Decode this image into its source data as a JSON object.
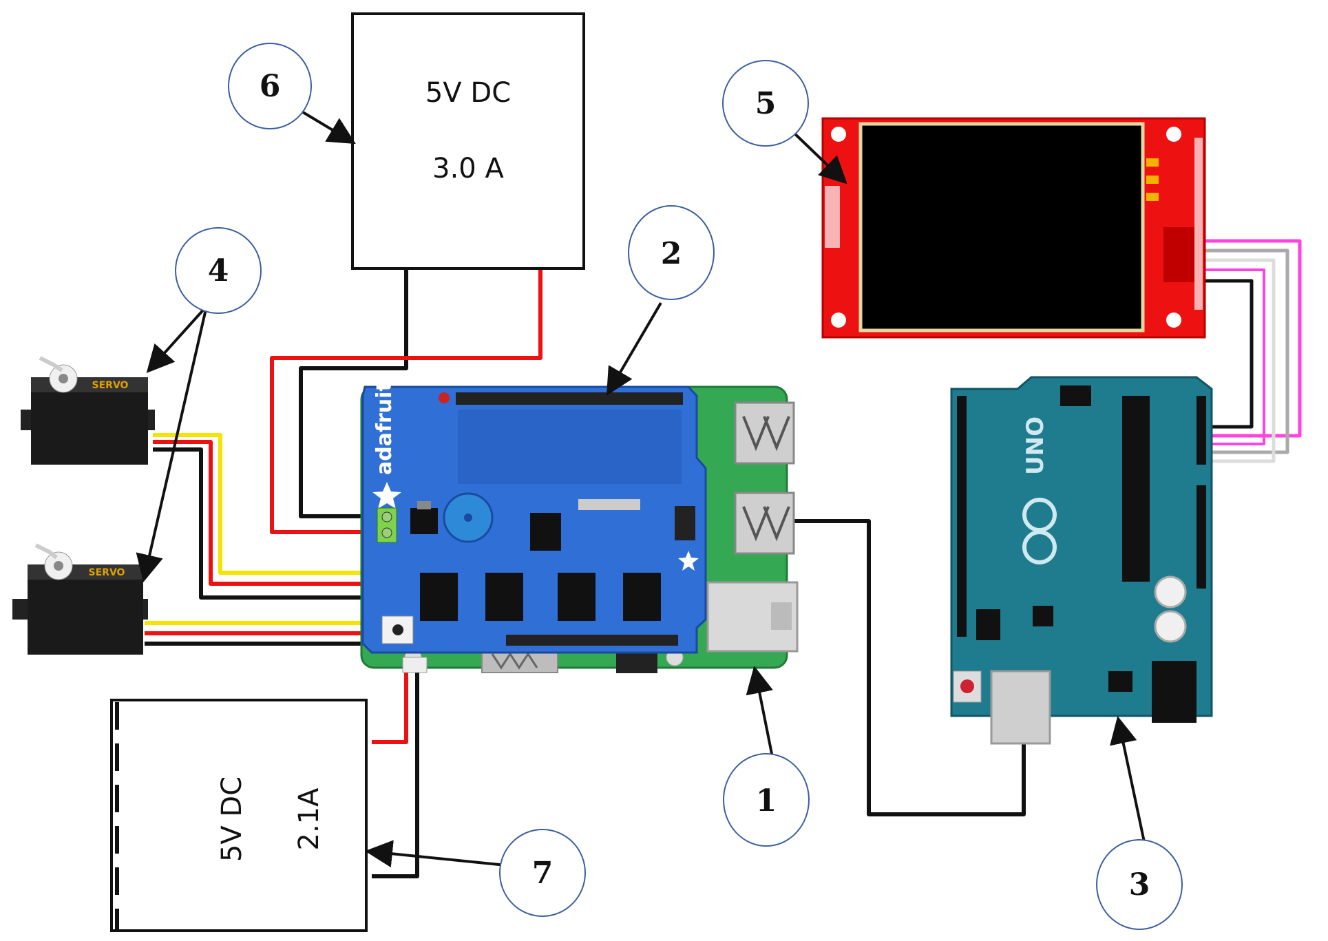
{
  "power_supply_top": {
    "line1": "5V DC",
    "line2": "3.0 A"
  },
  "power_supply_bottom": {
    "line1": "5V DC",
    "line2": "2.1A"
  },
  "callouts": [
    "1",
    "2",
    "3",
    "4",
    "5",
    "6",
    "7"
  ],
  "servo_text": "SERVO",
  "shield_brand": "adafruit",
  "arduino_text": "UNO",
  "colors": {
    "shield_blue": "#2f6fd6",
    "pi_green": "#34a853",
    "arduino_teal": "#1f7b8e",
    "display_red": "#ee1111",
    "wire_red": "#ee1111",
    "wire_yellow": "#f4e400",
    "wire_magenta": "#ff44dd",
    "wire_black": "#111111",
    "callout_border": "#3a5f9e"
  }
}
